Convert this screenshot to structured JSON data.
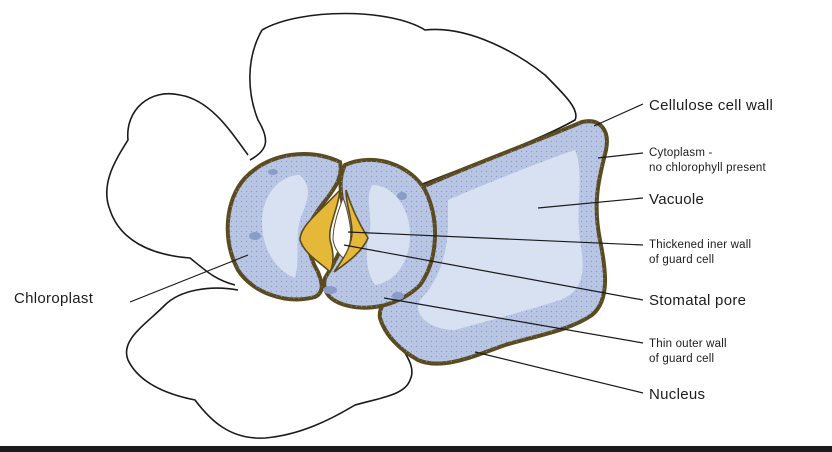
{
  "labels": {
    "cellulose_cell_wall": "Cellulose cell wall",
    "cytoplasm_line1": "Cytoplasm -",
    "cytoplasm_line2": "no chlorophyll present",
    "vacuole": "Vacuole",
    "thickened_inner_line1": "Thickened iner wall",
    "thickened_inner_line2": "of guard cell",
    "stomatal_pore": "Stomatal pore",
    "thin_outer_line1": "Thin outer wall",
    "thin_outer_line2": "of guard cell",
    "nucleus": "Nucleus",
    "chloroplast": "Chloroplast"
  },
  "colors": {
    "cell_fill": "#b9c6e4",
    "vacuole_fill": "#d8e1f2",
    "cell_wall": "#5a4a1e",
    "pore_yellow": "#e6b83a",
    "chloroplast_fill": "#8b9cc9",
    "outline": "#1a1a1a"
  }
}
